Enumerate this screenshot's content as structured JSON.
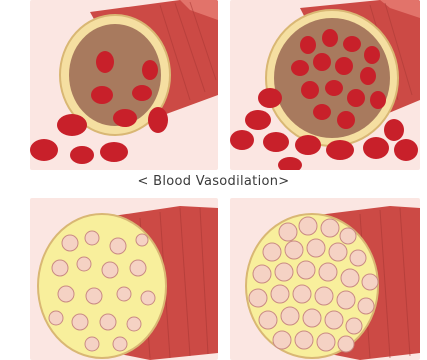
{
  "figure": {
    "caption": "< Blood Vasodilation>",
    "colors": {
      "panel_bg": "#fbe6e2",
      "muscle": "#cc4a45",
      "muscle_light": "#e2736a",
      "vessel_wall": "#f5dfa1",
      "lumen": "#a87a5e",
      "rbc": "#c8202a",
      "rbc_highlight": "#e04a4a",
      "fiber_fill": "#f5d2c4",
      "fiber_stroke": "#c98a84",
      "fascicle_bg": "#f8ef9c"
    },
    "panels": [
      {
        "subject": "blood-vessel-normal"
      },
      {
        "subject": "blood-vessel-dilated"
      },
      {
        "subject": "muscle-fascicle-sparse"
      },
      {
        "subject": "muscle-fascicle-dense"
      }
    ]
  }
}
